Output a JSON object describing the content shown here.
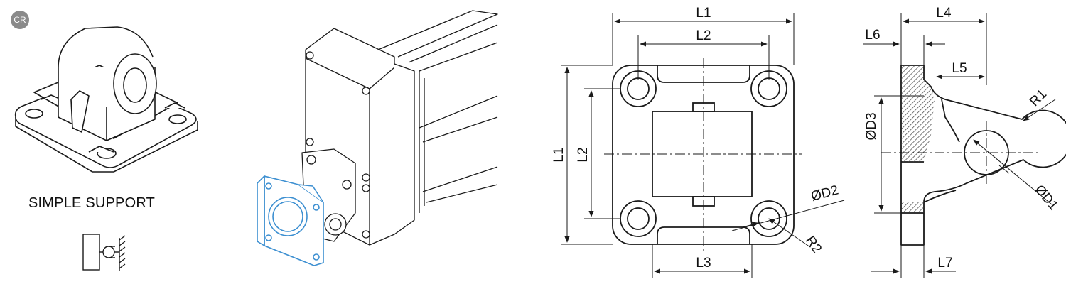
{
  "badge": {
    "text": "CR"
  },
  "caption": "SIMPLE SUPPORT",
  "colors": {
    "ink": "#1a1a1a",
    "highlight": "#3c8fd1",
    "hatch": "#555555",
    "badge": "#8a8a8a"
  },
  "front_view": {
    "labels": {
      "L1_top": "L1",
      "L2_top": "L2",
      "L3_bottom": "L3",
      "L1_side": "L1",
      "L2_side": "L2",
      "D2": "ØD2",
      "R2": "R2"
    }
  },
  "side_view": {
    "labels": {
      "L4": "L4",
      "L6": "L6",
      "L5": "L5",
      "L7": "L7",
      "D3": "ØD3",
      "R1": "R1",
      "D1": "ØD1"
    }
  }
}
